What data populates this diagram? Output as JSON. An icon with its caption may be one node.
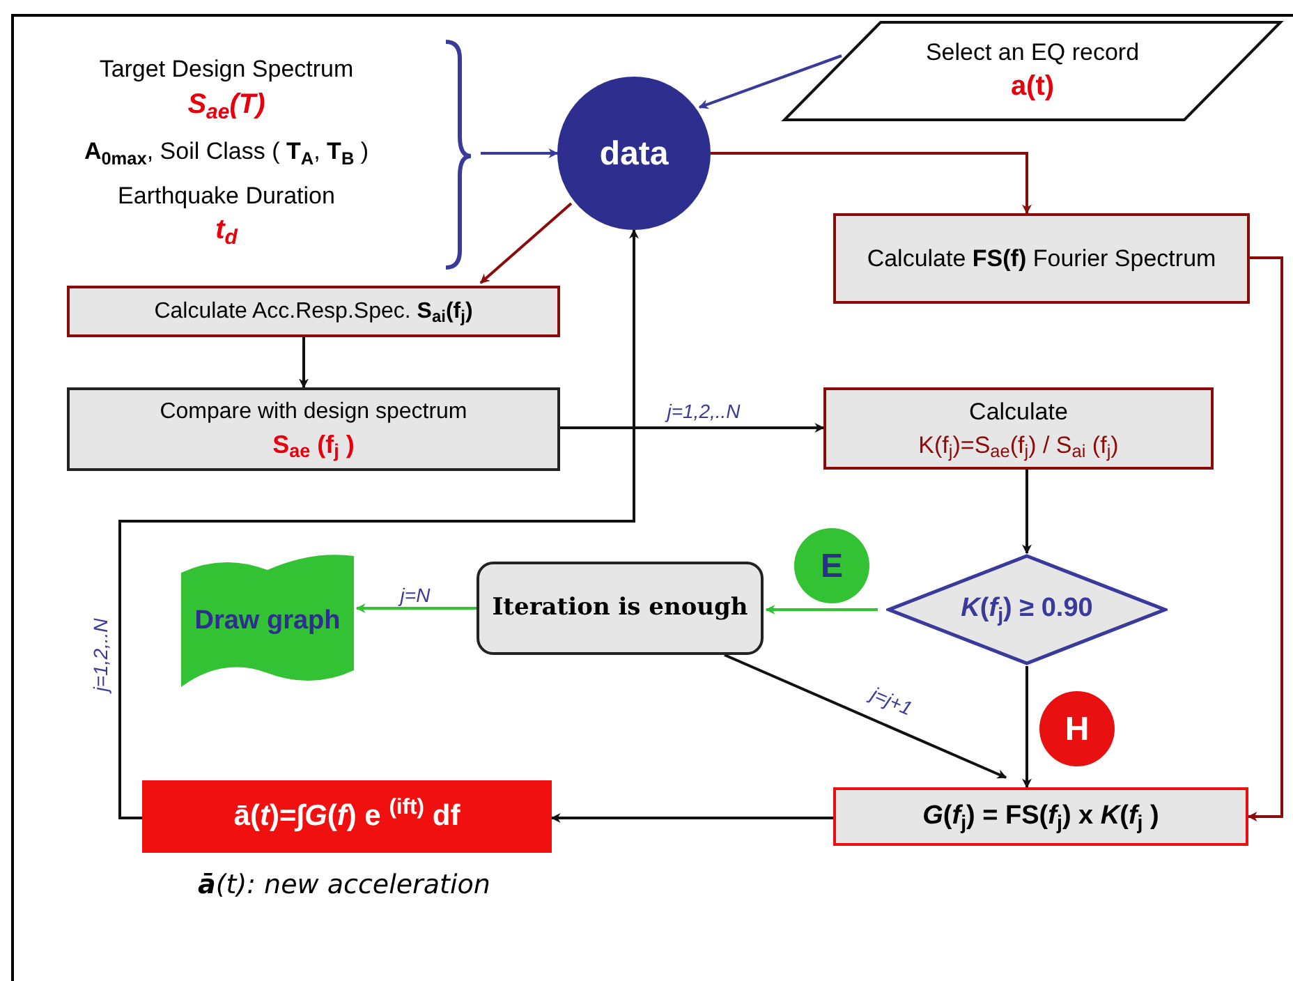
{
  "diagram": {
    "nodes": [
      {
        "text": [
          "Target Design Spectrum",
          "*S*$_{ae}$(*T*)",
          "**A$_{0max}$**, Soil Class ( **T$_{A}$**, **T$_{B}$** )",
          "Earthquake Duration",
          "*t*$_{d}$"
        ]
      },
      {
        "text": [
          "data"
        ]
      },
      {
        "text": [
          "Select an EQ record",
          "a(t)"
        ]
      },
      {
        "text": [
          "Calculate Acc.Resp.Spec. **S$_{ai}$(f$_{j}$)**"
        ]
      },
      {
        "text": [
          "Calculate **FS(f)** Fourier Spectrum"
        ]
      },
      {
        "text": [
          "Compare with design spectrum",
          "S$_{ae}$ (f$_{j}$ )"
        ]
      },
      {
        "text": [
          "Calculate",
          "K(f$_{j}$)=S$_{ae}$(f$_{j}$) / S$_{ai}$ (f$_{j}$)"
        ]
      },
      {
        "text": [
          "E"
        ]
      },
      {
        "text": [
          "*K*(*f*$_{j}$) ≥ 0.90"
        ]
      },
      {
        "text": [
          "Draw graph"
        ]
      },
      {
        "text": [
          "Iteration is enough"
        ]
      },
      {
        "text": [
          "H"
        ]
      },
      {
        "text": [
          "ā(*t*)=∫*G*(*f*) e $^{(ift)}$ df"
        ],
        "beside": [
          "**ā**(t): new acceleration"
        ]
      },
      {
        "text": [
          "*G*(*f*$_{j}$) = FS(*f*$_{j}$) x *K*(*f*$_{j}$ )"
        ]
      }
    ],
    "edges": [
      {
        "from": 0,
        "to": 1,
        "arrow": "to",
        "color": "#3a3a9a"
      },
      {
        "from": 2,
        "to": 1,
        "arrow": "to",
        "color": "#3a3a9a"
      },
      {
        "from": 1,
        "to": 3,
        "arrow": "to",
        "color": "#8b0a0a"
      },
      {
        "from": 1,
        "to": 4,
        "arrow": "to",
        "color": "#8b0a0a"
      },
      {
        "from": 3,
        "to": 5,
        "arrow": "to"
      },
      {
        "from": 5,
        "to": 6,
        "label": "j=1,2,..N",
        "arrow": "to"
      },
      {
        "from": 6,
        "to": 8,
        "arrow": "to"
      },
      {
        "from": 8,
        "to": 10,
        "arrow": "to",
        "color": "#33c233"
      },
      {
        "from": 10,
        "to": 9,
        "label": "j=N",
        "arrow": "to",
        "color": "#33c233"
      },
      {
        "from": 8,
        "to": 13,
        "arrow": "to"
      },
      {
        "from": 10,
        "to": 13,
        "label": "j=j+1",
        "arrow": "to"
      },
      {
        "from": 4,
        "to": 13,
        "arrow": "to",
        "color": "#8b0a0a"
      },
      {
        "from": 13,
        "to": 12,
        "arrow": "to"
      },
      {
        "from": 12,
        "to": 1,
        "label": "j=1,2,..N",
        "arrow": "to"
      }
    ]
  }
}
